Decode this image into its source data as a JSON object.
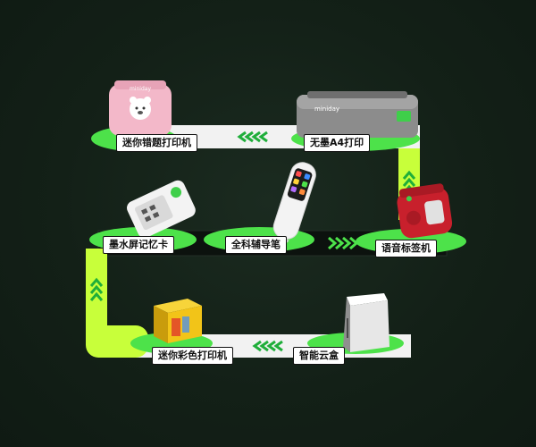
{
  "colors": {
    "background": "#132017",
    "accent_green": "#4de24a",
    "lime_track": "#c8ff3a",
    "track_white": "#f2f2f2",
    "chevron": "#1fae3a"
  },
  "devices": {
    "mini_error_printer": {
      "label": "迷你错题打印机",
      "brand": "miniday",
      "color": "#f3b8c9"
    },
    "a4_printer": {
      "label": "无墨A4打印",
      "brand": "miniday",
      "color": "#8c8c8c"
    },
    "ink_memory_card": {
      "label": "墨水屏记忆卡",
      "color": "#f3f3f3"
    },
    "tutoring_pen": {
      "label": "全科辅导笔",
      "color": "#f3f3f3"
    },
    "voice_label_printer": {
      "label": "语音标签机",
      "color": "#c8202c"
    },
    "mini_color_printer": {
      "label": "迷你彩色打印机",
      "color": "#f2c418"
    },
    "smart_cloud_box": {
      "label": "智能云盒",
      "color": "#e7e7e7"
    }
  },
  "icons": {
    "chevrons": "chevron-arrows-icon"
  }
}
